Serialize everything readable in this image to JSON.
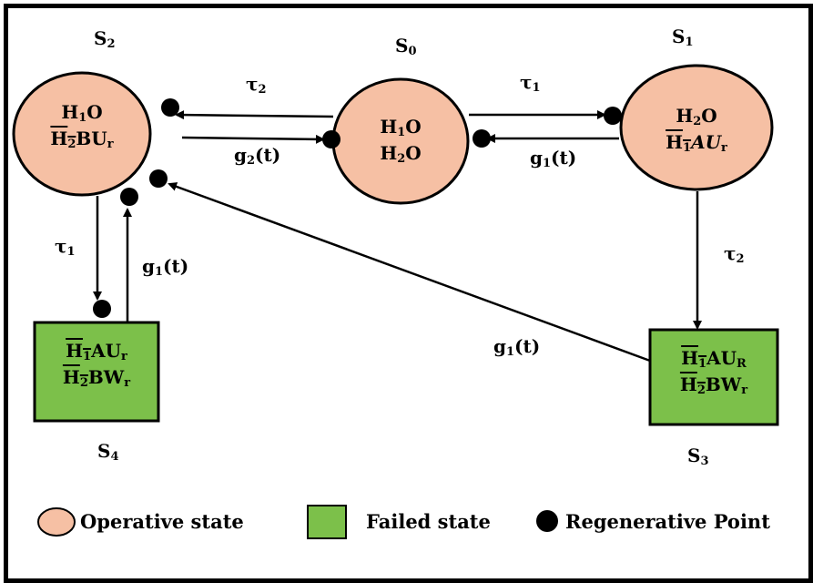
{
  "states": {
    "s0": {
      "name_main": "S",
      "name_sub": "0",
      "line1_main": "H",
      "line1_sub": "1",
      "line1_tail": "O",
      "line2_main": "H",
      "line2_sub": "2",
      "line2_tail": "O"
    },
    "s1": {
      "name_main": "S",
      "name_sub": "1",
      "line1_main": "H",
      "line1_sub": "2",
      "line1_tail": "O",
      "line2_main": "H",
      "line2_sub": "1",
      "line2_tail": "AU",
      "line2_tail_sub": "r"
    },
    "s2": {
      "name_main": "S",
      "name_sub": "2",
      "line1_main": "H",
      "line1_sub": "1",
      "line1_tail": "O",
      "line2_main": "H",
      "line2_sub": "2",
      "line2_tail": "BU",
      "line2_tail_sub": "r"
    },
    "s3": {
      "name_main": "S",
      "name_sub": "3",
      "line1_main": "H",
      "line1_sub": "1",
      "line1_tail": "AU",
      "line1_tail_sub": "R",
      "line2_main": "H",
      "line2_sub": "2",
      "line2_tail": "BW",
      "line2_tail_sub": "r"
    },
    "s4": {
      "name_main": "S",
      "name_sub": "4",
      "line1_main": "H",
      "line1_sub": "1",
      "line1_tail": "AU",
      "line1_tail_sub": "r",
      "line2_main": "H",
      "line2_sub": "2",
      "line2_tail": "BW",
      "line2_tail_sub": "r"
    }
  },
  "transitions": {
    "s0_to_s1": {
      "main": "τ",
      "sub": "1"
    },
    "s1_to_s0": {
      "main": "g",
      "sub": "1",
      "tail": "(t)"
    },
    "s0_to_s2": {
      "main": "τ",
      "sub": "2"
    },
    "s2_to_s0": {
      "main": "g",
      "sub": "2",
      "tail": "(t)"
    },
    "s2_to_s4": {
      "main": "τ",
      "sub": "1"
    },
    "s4_to_s2": {
      "main": "g",
      "sub": "1",
      "tail": "(t)"
    },
    "s1_to_s3": {
      "main": "τ",
      "sub": "2"
    },
    "s3_to_s2": {
      "main": "g",
      "sub": "1",
      "tail": "(t)"
    }
  },
  "legend": {
    "operative": "Operative state",
    "failed": "Failed state",
    "regenerative": "Regenerative Point"
  },
  "colors": {
    "operative_fill": "#f6c0a4",
    "failed_fill": "#7cc04a",
    "stroke": "#000000"
  }
}
